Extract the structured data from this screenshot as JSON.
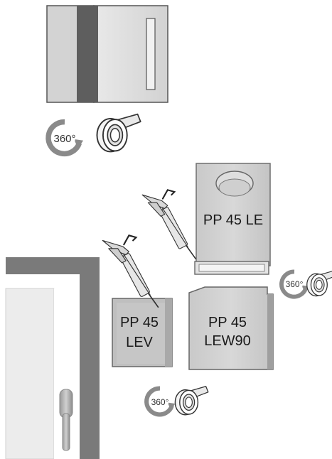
{
  "labels": {
    "block_le": "PP 45 LE",
    "block_lev_line1": "PP 45",
    "block_lev_line2": "LEV",
    "block_lew90_line1": "PP 45",
    "block_lew90_line2": "LEW90"
  },
  "rotation_badges": {
    "top": "360°",
    "right": "360°",
    "bottom": "360°"
  },
  "colors": {
    "block_fill": "#cfcfcf",
    "block_stroke": "#6f6f6f",
    "dark_band": "#5e5e5e",
    "wall_frame": "#757575",
    "wall_panel": "#ececec",
    "arrow_gray": "#8a8a8a"
  },
  "icons": [
    "rotate-360-icon",
    "tape-roll-icon",
    "caulking-gun-icon",
    "window-handle-icon"
  ]
}
